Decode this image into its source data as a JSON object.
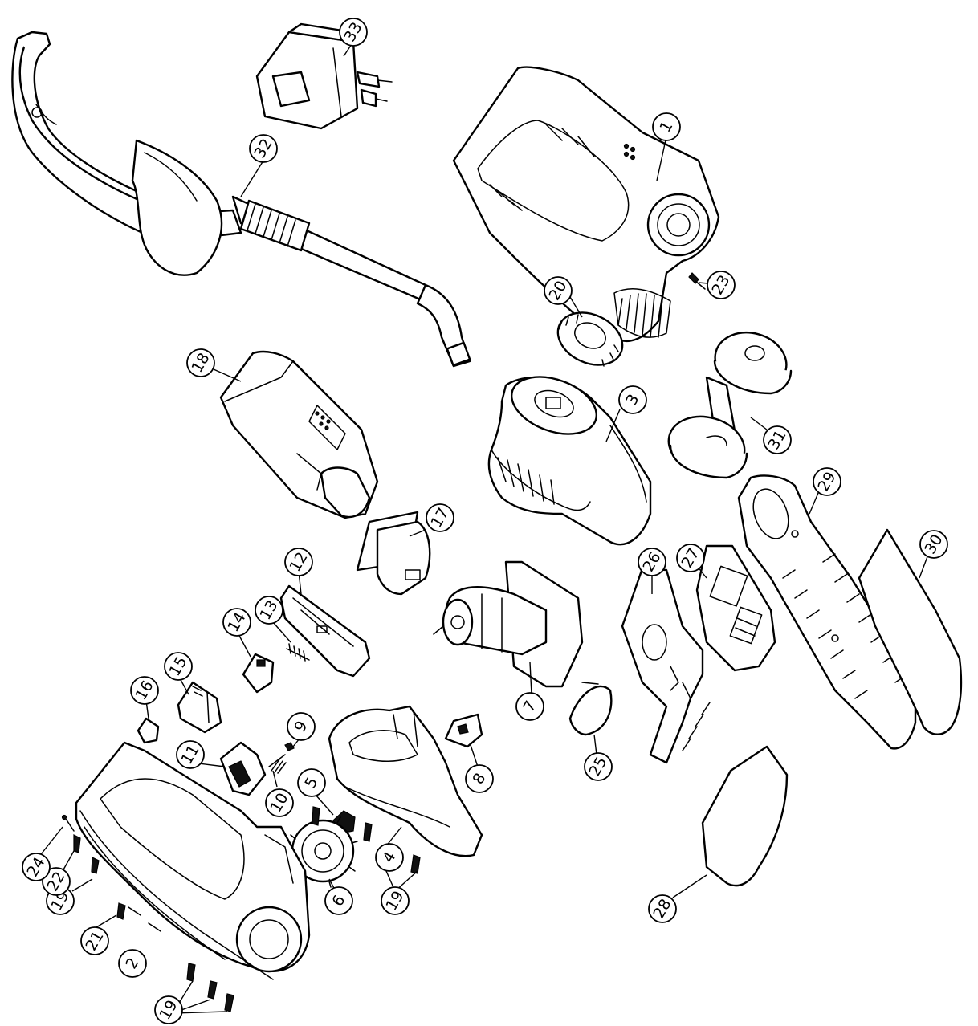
{
  "diagram": {
    "type": "exploded parts diagram",
    "callouts": [
      {
        "id": "c1",
        "number": "1"
      },
      {
        "id": "c2",
        "number": "2"
      },
      {
        "id": "c3",
        "number": "3"
      },
      {
        "id": "c4",
        "number": "4"
      },
      {
        "id": "c5",
        "number": "5"
      },
      {
        "id": "c6",
        "number": "6"
      },
      {
        "id": "c7",
        "number": "7"
      },
      {
        "id": "c8",
        "number": "8"
      },
      {
        "id": "c9",
        "number": "9"
      },
      {
        "id": "c10",
        "number": "10"
      },
      {
        "id": "c11",
        "number": "11"
      },
      {
        "id": "c12",
        "number": "12"
      },
      {
        "id": "c13",
        "number": "13"
      },
      {
        "id": "c14",
        "number": "14"
      },
      {
        "id": "c15",
        "number": "15"
      },
      {
        "id": "c16",
        "number": "16"
      },
      {
        "id": "c17",
        "number": "17"
      },
      {
        "id": "c18",
        "number": "18"
      },
      {
        "id": "c19a",
        "number": "19"
      },
      {
        "id": "c19b",
        "number": "19"
      },
      {
        "id": "c19c",
        "number": "19"
      },
      {
        "id": "c20",
        "number": "20"
      },
      {
        "id": "c21",
        "number": "21"
      },
      {
        "id": "c22",
        "number": "22"
      },
      {
        "id": "c23",
        "number": "23"
      },
      {
        "id": "c24",
        "number": "24"
      },
      {
        "id": "c25",
        "number": "25"
      },
      {
        "id": "c26",
        "number": "26"
      },
      {
        "id": "c27",
        "number": "27"
      },
      {
        "id": "c28",
        "number": "28"
      },
      {
        "id": "c29",
        "number": "29"
      },
      {
        "id": "c30",
        "number": "30"
      },
      {
        "id": "c31",
        "number": "31"
      },
      {
        "id": "c32",
        "number": "32"
      },
      {
        "id": "c33",
        "number": "33"
      }
    ]
  }
}
